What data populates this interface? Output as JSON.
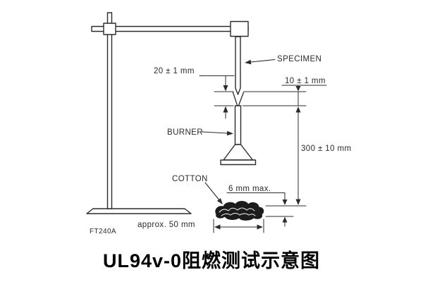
{
  "title": "UL94v-0阻燃测试示意图",
  "diagram": {
    "labels": {
      "specimen": "SPECIMEN",
      "burner": "BURNER",
      "cotton": "COTTON",
      "figure_code": "FT240A"
    },
    "dims": {
      "d20": "20 ± 1 mm",
      "d10": "10 ± 1 mm",
      "d300": "300 ± 10 mm",
      "d6": "6 mm max.",
      "d50": "approx. 50 mm"
    }
  },
  "colors": {
    "line": "#2b2b2b",
    "background": "#ffffff",
    "title_text": "#000000"
  }
}
